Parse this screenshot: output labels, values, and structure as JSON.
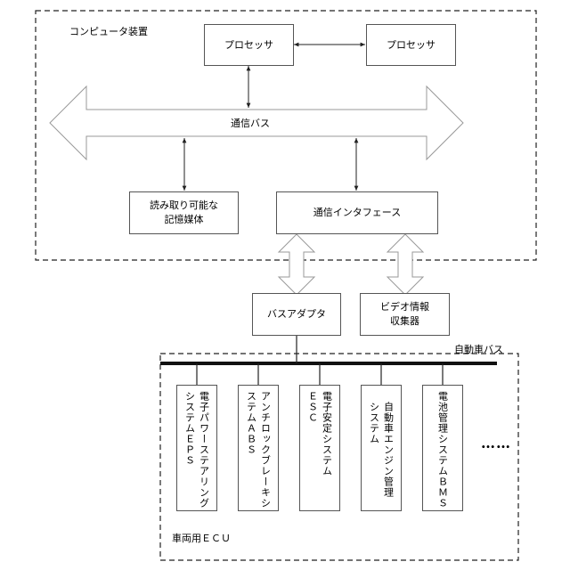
{
  "computer": {
    "label": "コンピュータ装置",
    "processor_1": "プロセッサ",
    "processor_2": "プロセッサ",
    "bus_label": "通信バス",
    "storage_line1": "読み取り可能な",
    "storage_line2": "記憶媒体",
    "comm_interface": "通信インタフェース"
  },
  "bus_adapter": "バスアダプタ",
  "video": {
    "line1": "ビデオ情報",
    "line2": "収集器"
  },
  "vehicle_bus_label": "自動車バス",
  "ecu": {
    "label": "車両用ＥＣＵ",
    "ellipsis": "……",
    "units": [
      {
        "name": "eps",
        "lines": [
          "電子パワーステアリング",
          "システムＥＰＳ"
        ]
      },
      {
        "name": "abs",
        "lines": [
          "アンチロックブレーキシ",
          "ステムＡＢＳ"
        ]
      },
      {
        "name": "esc",
        "lines": [
          "電子安定システム",
          "ＥＳＣ"
        ]
      },
      {
        "name": "engine",
        "lines": [
          "自動車エンジン管理",
          "システム"
        ]
      },
      {
        "name": "bms",
        "lines": [
          "電池管理システムＢＭＳ"
        ]
      }
    ]
  }
}
